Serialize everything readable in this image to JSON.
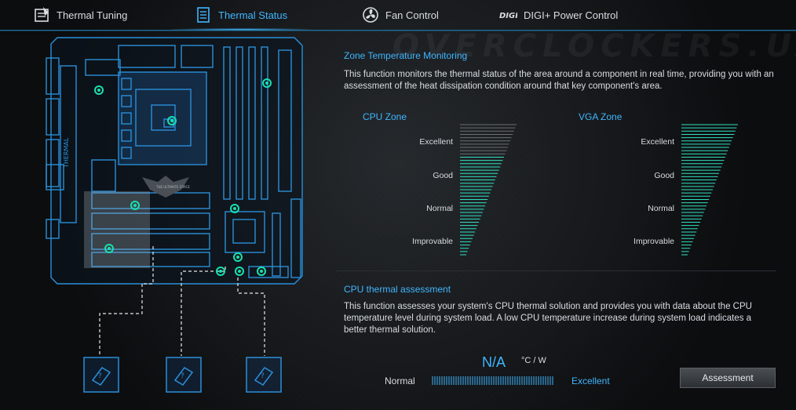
{
  "tabs": [
    {
      "label": "Thermal Tuning",
      "icon": "thermal-tuning-icon"
    },
    {
      "label": "Thermal Status",
      "icon": "thermal-status-icon"
    },
    {
      "label": "Fan Control",
      "icon": "fan-icon"
    },
    {
      "label": "DIGI+ Power Control",
      "icon": "digi-power-icon"
    }
  ],
  "tabs_active": "Thermal Status",
  "watermark": "OVERCLOCKERS.UA",
  "board": {
    "logo_text": "THE ULTIMATE FORCE",
    "side_label": "THERMAL",
    "sensor_color": "#19e0b0",
    "trace_color": "#2a8fd8"
  },
  "zone": {
    "title": "Zone Temperature Monitoring",
    "description": "This function monitors the thermal status of the area around a component in real time, providing you with an assessment of the heat dissipation condition around that key component's area.",
    "cpu_title": "CPU Zone",
    "vga_title": "VGA Zone",
    "levels": [
      "Excellent",
      "Good",
      "Normal",
      "Improvable"
    ],
    "bar_color": "#2fe0c0"
  },
  "assessment": {
    "title": "CPU thermal assessment",
    "description": "This function assesses your system's CPU thermal solution and provides you with data about the CPU temperature level during system load. A low CPU temperature increase during system load indicates a better thermal solution.",
    "value": "N/A",
    "unit": "°C / W",
    "low_label": "Normal",
    "high_label": "Excellent",
    "button": "Assessment"
  }
}
